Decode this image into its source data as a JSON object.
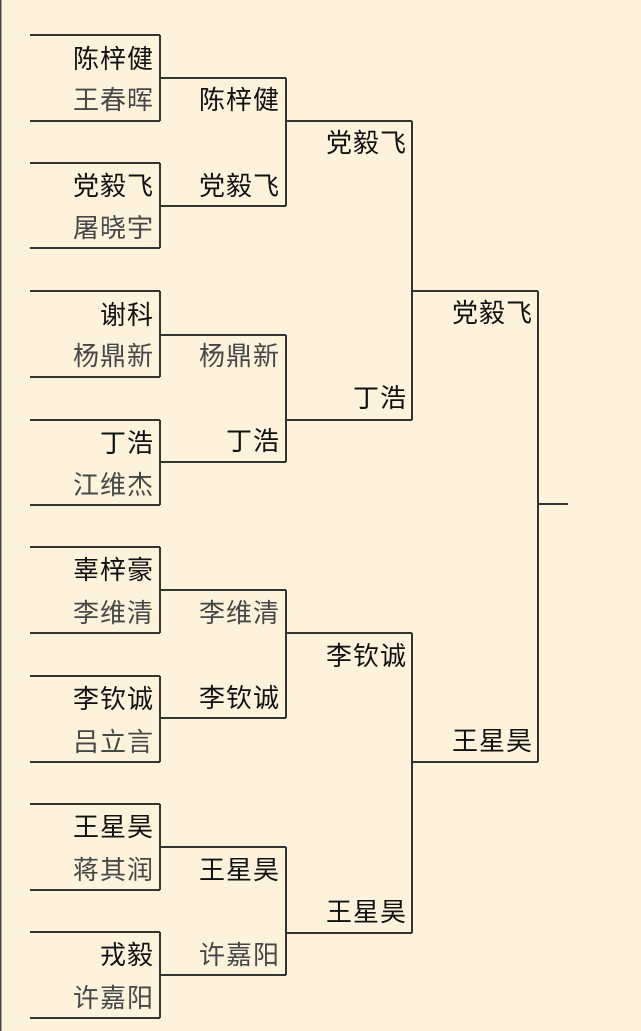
{
  "rounds": {
    "round1": {
      "matches": [
        {
          "top": "陈梓健",
          "bottom": "王春晖"
        },
        {
          "top": "党毅飞",
          "bottom": "屠晓宇"
        },
        {
          "top": "谢科",
          "bottom": "杨鼎新"
        },
        {
          "top": "丁浩",
          "bottom": "江维杰"
        },
        {
          "top": "辜梓豪",
          "bottom": "李维清"
        },
        {
          "top": "李钦诚",
          "bottom": "吕立言"
        },
        {
          "top": "王星昊",
          "bottom": "蒋其润"
        },
        {
          "top": "戎毅",
          "bottom": "许嘉阳"
        }
      ]
    },
    "round2": {
      "matches": [
        {
          "top": "陈梓健",
          "bottom": "党毅飞"
        },
        {
          "top": "杨鼎新",
          "bottom": "丁浩"
        },
        {
          "top": "李维清",
          "bottom": "李钦诚"
        },
        {
          "top": "王星昊",
          "bottom": "许嘉阳"
        }
      ]
    },
    "round3": {
      "matches": [
        {
          "top": "党毅飞",
          "bottom": "丁浩"
        },
        {
          "top": "李钦诚",
          "bottom": "王星昊"
        }
      ]
    },
    "final": {
      "top": "党毅飞",
      "bottom": "王星昊"
    }
  },
  "colors": {
    "background": "#fdf3dc",
    "line": "#333333",
    "border": "#4a4a4a"
  }
}
